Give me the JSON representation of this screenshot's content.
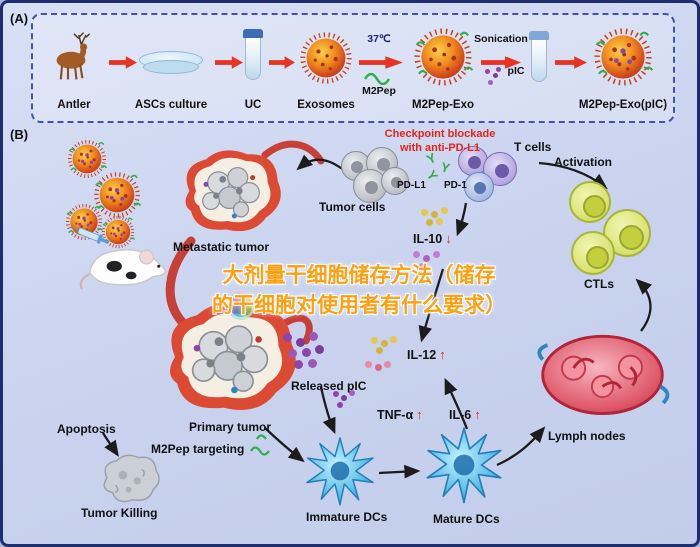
{
  "panelA": {
    "label": "(A)",
    "steps": [
      {
        "label": "Antler"
      },
      {
        "label": "ASCs culture"
      },
      {
        "label": "UC"
      },
      {
        "label": "Exosomes"
      },
      {
        "label": "M2Pep-Exo"
      },
      {
        "label": "M2Pep-Exo(pIC)"
      }
    ],
    "temp": "37℃",
    "m2pep": "M2Pep",
    "sonication": "Sonication",
    "pic": "pIC"
  },
  "panelB": {
    "label": "(B)",
    "checkpoint_line1": "Checkpoint blockade",
    "checkpoint_line2": "with anti-PD-L1",
    "t_cells": "T cells",
    "tumor_cells": "Tumor cells",
    "pd_l1": "PD-L1",
    "pd_1": "PD-1",
    "activation": "Activation",
    "ctls": "CTLs",
    "metastatic_tumor": "Metastatic tumor",
    "primary_tumor": "Primary tumor",
    "m2pep_targeting": "M2Pep targeting",
    "apoptosis": "Apoptosis",
    "tumor_killing": "Tumor Killing",
    "released_pic": "Released pIC",
    "immature_dcs": "Immature DCs",
    "mature_dcs": "Mature DCs",
    "lymph_nodes": "Lymph nodes",
    "cytokines": {
      "il10": "IL-10",
      "il12": "IL-12",
      "tnfa": "TNF-α",
      "il6": "IL-6"
    },
    "glyphs": {
      "up": "↑",
      "down": "↓"
    }
  },
  "watermark": {
    "line1": "大剂量干细胞储存方法（储存",
    "line2": "的干细胞对使用者有什么要求）"
  },
  "colors": {
    "accent_red": "#e63322",
    "checkpoint_red": "#e8231a",
    "watermark_orange": "#ffa012",
    "m2pep_green": "#2eae4b",
    "pic_purple": "#8e44ad",
    "dashed_border_blue": "#3f51b5"
  }
}
